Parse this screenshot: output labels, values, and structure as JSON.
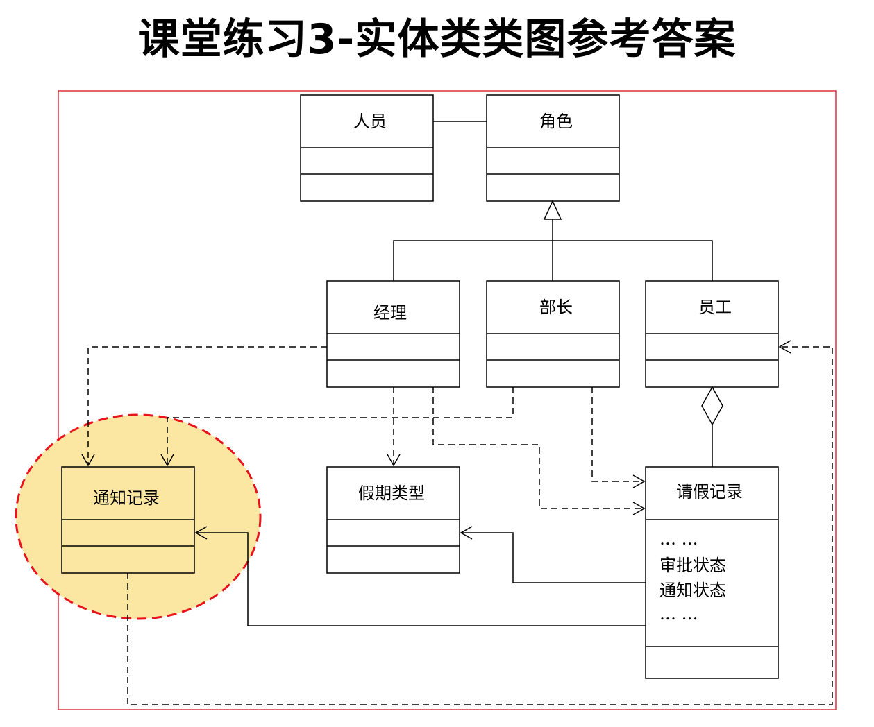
{
  "title": "课堂练习3-实体类类图参考答案",
  "colors": {
    "frame": "#e0303a",
    "highlight_fill": "#fbe6a2",
    "highlight_stroke": "#e8131b",
    "line": "#000000"
  },
  "classes": {
    "person": {
      "name": "人员"
    },
    "role": {
      "name": "角色"
    },
    "manager": {
      "name": "经理"
    },
    "minister": {
      "name": "部长"
    },
    "employee": {
      "name": "员工"
    },
    "notice_record": {
      "name": "通知记录"
    },
    "leave_type": {
      "name": "假期类型"
    },
    "leave_record": {
      "name": "请假记录",
      "attributes": [
        "… …",
        "审批状态",
        "通知状态",
        "… …"
      ]
    }
  }
}
